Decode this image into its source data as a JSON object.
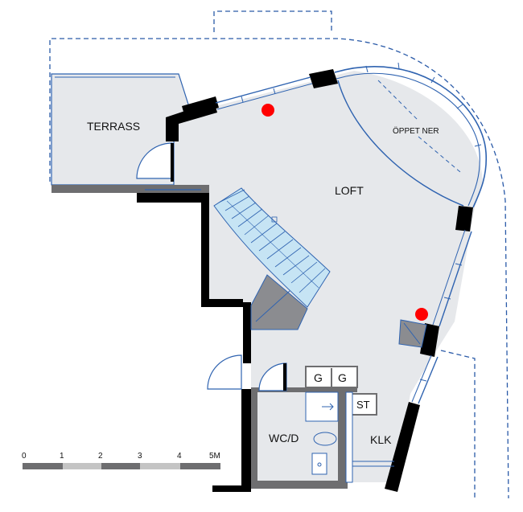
{
  "rooms": {
    "terrace": "TERRASS",
    "loft": "LOFT",
    "opening_below": "ÖPPET NER",
    "wc_shower": "WC/D",
    "kitchen": "KLK",
    "storage": "ST",
    "wardrobe_1": "G",
    "wardrobe_2": "G"
  },
  "scale_bar": {
    "ticks": [
      "0",
      "1",
      "2",
      "3",
      "4",
      "5M"
    ]
  },
  "colors": {
    "wall": "#000000",
    "floor": "#e6e8eb",
    "grey_wall": "#6e6e70",
    "glazing": "#2f63b0",
    "stair_fill": "#c6e4f4",
    "dashed_outline": "#2a5aa8",
    "marker": "#ff0000"
  },
  "icons": [
    "door-swing-icon",
    "washbasin-icon",
    "toilet-icon",
    "sink-icon",
    "staircase-icon",
    "red-dot-marker"
  ]
}
